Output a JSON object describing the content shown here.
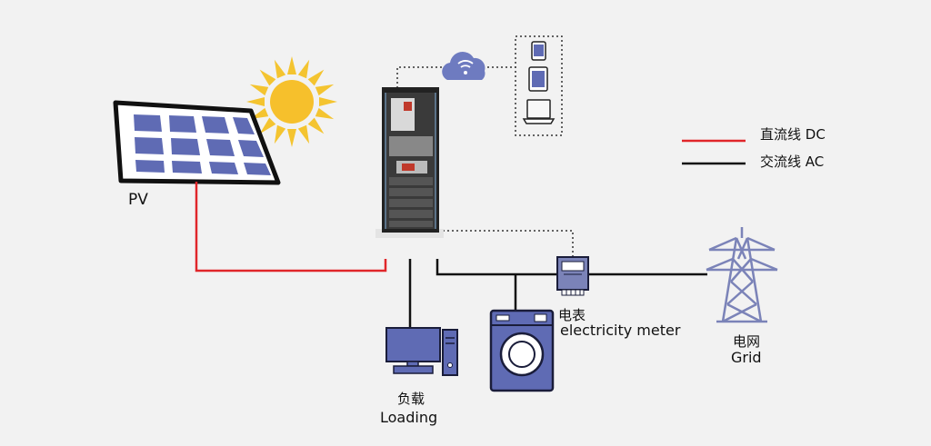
{
  "labels": {
    "pv": "PV",
    "legend_dc": "直流线  DC",
    "legend_ac": "交流线  AC",
    "meter_cn": "电表",
    "meter_en": "electricity meter",
    "grid_cn": "电网",
    "grid_en": "Grid",
    "load_cn": "负载",
    "load_en": "Loading"
  },
  "colors": {
    "dc_line": "#e0262a",
    "ac_line": "#111111",
    "device_fill": "#7b83b8",
    "device_stroke": "#1a1d3a",
    "sun": "#f4c430"
  },
  "icons": [
    "solar-panel-icon",
    "sun-icon",
    "battery-cabinet-icon",
    "cloud-wifi-icon",
    "phone-icon",
    "tablet-icon",
    "laptop-icon",
    "computer-icon",
    "washing-machine-icon",
    "electricity-meter-icon",
    "transmission-tower-icon"
  ]
}
